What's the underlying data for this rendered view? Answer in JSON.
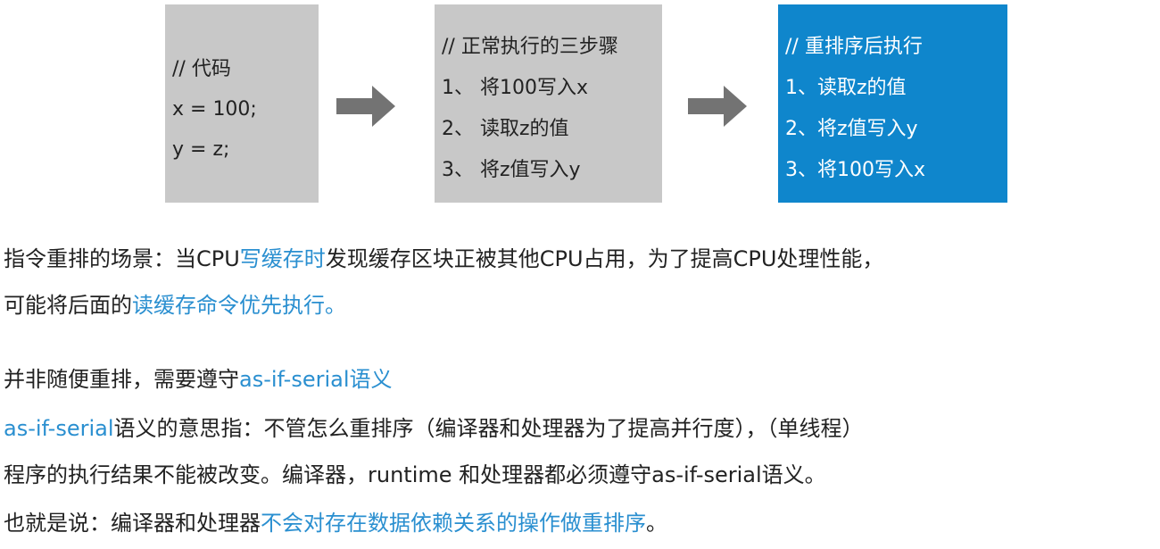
{
  "diagram": {
    "code_box": {
      "lines": [
        "// 代码",
        "x = 100;",
        "y = z;"
      ]
    },
    "normal_box": {
      "lines": [
        "// 正常执行的三步骤",
        "1、 将100写入x",
        "2、 读取z的值",
        "3、 将z值写入y"
      ]
    },
    "reordered_box": {
      "lines": [
        "// 重排序后执行",
        "1、读取z的值",
        "2、将z值写入y",
        "3、将100写入x"
      ]
    },
    "arrow_icon": "right-arrow-icon",
    "colors": {
      "gray_box": "#c8c8c8",
      "blue_box": "#0f86cc",
      "arrow": "#737373",
      "highlight": "#2a8fd0"
    }
  },
  "text": {
    "p1": {
      "a": "指令重排的场景：当CPU",
      "b": "写缓存时",
      "c": "发现缓存区块正被其他CPU占用，为了提高CPU处理性能，"
    },
    "p2": {
      "a": "可能将后面的",
      "b": "读缓存命令优先执行。"
    },
    "p3": {
      "a": "并非随便重排，需要遵守",
      "b": "as-if-serial语义"
    },
    "p4": {
      "a": "as-if-serial",
      "b": "语义的意思指：不管怎么重排序（编译器和处理器为了提高并行度），（单线程）"
    },
    "p5": "程序的执行结果不能被改变。编译器，runtime 和处理器都必须遵守as-if-serial语义。",
    "p6": {
      "a": "也就是说：编译器和处理器",
      "b": "不会对存在数据依赖关系的操作做重排序",
      "c": "。"
    }
  }
}
